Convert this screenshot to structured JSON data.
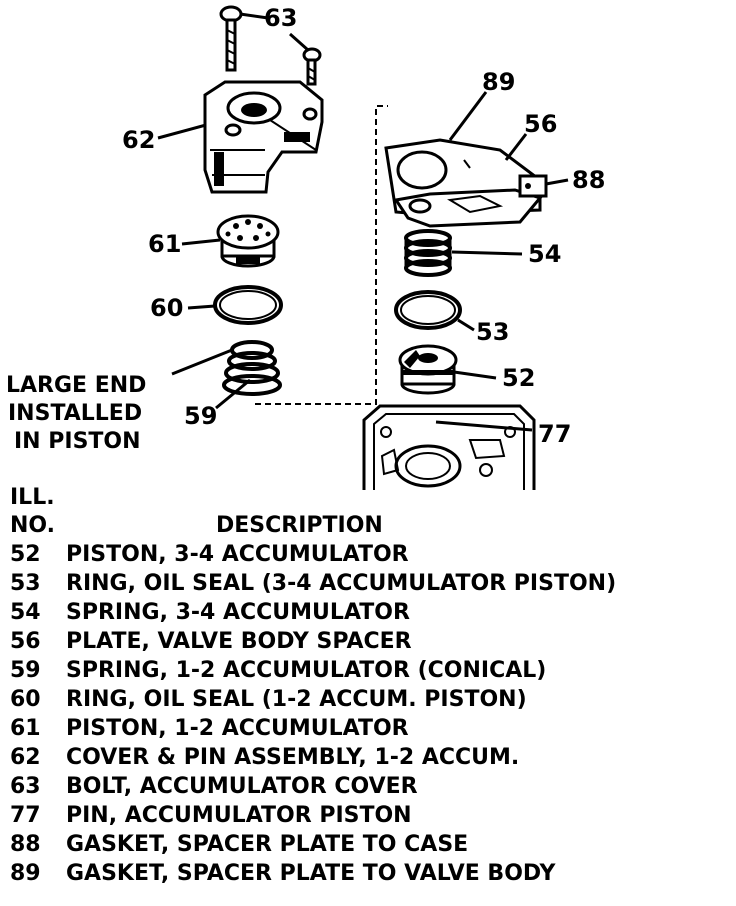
{
  "callouts": {
    "c63": "63",
    "c62": "62",
    "c61": "61",
    "c60": "60",
    "c59": "59",
    "c89": "89",
    "c56": "56",
    "c88": "88",
    "c54": "54",
    "c53": "53",
    "c52": "52",
    "c77": "77"
  },
  "note": {
    "line1": "LARGE END",
    "line2": "INSTALLED",
    "line3": "IN PISTON"
  },
  "legend": {
    "header_ill": "ILL.",
    "header_no": "NO.",
    "header_description": "DESCRIPTION",
    "rows": [
      {
        "num": "52",
        "desc": "PISTON, 3-4 ACCUMULATOR"
      },
      {
        "num": "53",
        "desc": "RING, OIL SEAL (3-4 ACCUMULATOR PISTON)"
      },
      {
        "num": "54",
        "desc": "SPRING, 3-4 ACCUMULATOR"
      },
      {
        "num": "56",
        "desc": "PLATE, VALVE BODY SPACER"
      },
      {
        "num": "59",
        "desc": "SPRING, 1-2 ACCUMULATOR (CONICAL)"
      },
      {
        "num": "60",
        "desc": "RING, OIL SEAL (1-2 ACCUM. PISTON)"
      },
      {
        "num": "61",
        "desc": "PISTON, 1-2 ACCUMULATOR"
      },
      {
        "num": "62",
        "desc": "COVER & PIN ASSEMBLY, 1-2 ACCUM."
      },
      {
        "num": "63",
        "desc": "BOLT, ACCUMULATOR COVER"
      },
      {
        "num": "77",
        "desc": "PIN, ACCUMULATOR PISTON"
      },
      {
        "num": "88",
        "desc": "GASKET, SPACER PLATE TO CASE"
      },
      {
        "num": "89",
        "desc": "GASKET, SPACER PLATE TO VALVE BODY"
      }
    ]
  }
}
